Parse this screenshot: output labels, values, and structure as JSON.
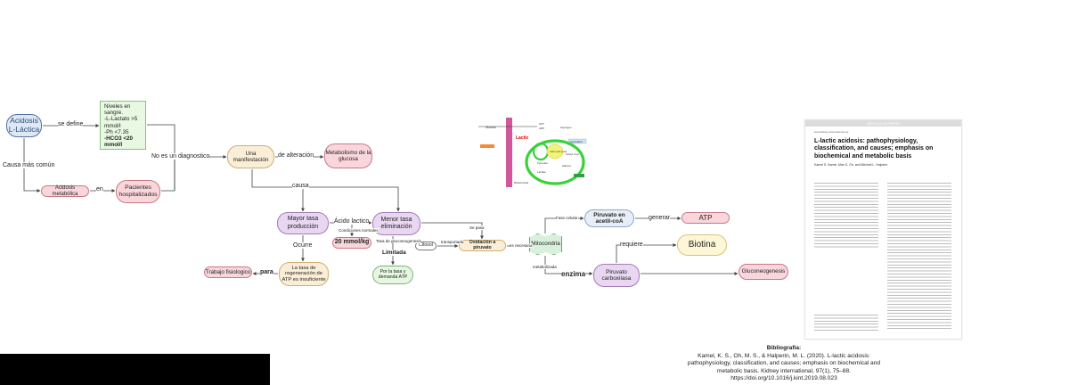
{
  "nodes": {
    "acidosis": "Acidosis L-Láctica",
    "niveles": [
      "Niveles en",
      "sangre.",
      "-L-Lactato >5",
      "mmol/l",
      "-Ph <7.35",
      "-HCO3 <20",
      "mmol/l"
    ],
    "acidosis_metabolica": "Acidosis metabólica",
    "pacientes": "Pacientes hospitalizados",
    "manifestacion": "Una manifestación",
    "metabolismo": "Metabolismo de la glucosa",
    "mayor_tasa": "Mayor tasa producción",
    "menor_tasa": "Menor tasa eliminación",
    "mmol": "20 mmol/kg",
    "demanda": "Por la tasa y demanda ATP",
    "tasa_regeneracion": "La tasa de regeneración de ATP es insuficiente",
    "trabajo": "Trabajo fisiologico",
    "citosol": "Citosol",
    "oxidacion": "Oxidación a piruvato",
    "mitocondria": "Mitocondria",
    "piruvato_acetil": "Piruvato en acetil-coA",
    "atp": "ATP",
    "biotina": "Biotina",
    "piruvato_carb": "Piruvato carboxilasa",
    "gluconeogenesis": "Gluconeogenesis"
  },
  "links": {
    "se_define": "se define",
    "causa_mas_comun": "Causa más común",
    "en": "en",
    "no_es_diagnostico": "No es un diagnostico",
    "de_alteracion": "de alteración",
    "causa": "causa",
    "acido_lactico": "Ácido lactico",
    "condiciones_normales": "Condiciones normales",
    "tasa_gluconeogenesis": "Tasa de gluconeogenesis",
    "limitada": "Limitada",
    "ocurre": "Ocurre",
    "para": "para",
    "se_pasa": "Se pasa",
    "transportada": "transportada",
    "es_necesaria": "es necesaria",
    "fase_celular": "Fase celular",
    "generar": "generar",
    "requiere": "requiere",
    "metabolizada": "metabolizada",
    "enzima": "enzima"
  },
  "pathway_figure": {
    "lactic": "Lactic",
    "glucose": "Glucose",
    "atp_up": "ATP",
    "adp": "ADP",
    "glycogen": "Glycogen",
    "pyruvate": "Pyruvate",
    "acetyl": "Acetyl CoA",
    "lactate": "Lactate",
    "alanine": "Alanine",
    "citric": "Citric acid cycle",
    "mito": "Mitochondria",
    "cytosol": "Cytoplasm"
  },
  "paper_figure": {
    "banner": "ARTICLE IN PRESS",
    "journal": "www.kidney-international.org",
    "title": "L-lactic acidosis: pathophysiology, classification, and causes; emphasis on biochemical and metabolic basis",
    "authors": "Kamel S. Kamel, Man S. Oh, and Mitchell L. Halperin"
  },
  "bibliography": {
    "heading": "Bibliografía:",
    "line1": "Kamel, K. S., Oh, M. S., & Halperin, M. L. (2020). L-lactic acidosis:",
    "line2": "pathophysiology, classification, and causes; emphasis on biochemical and",
    "line3": "metabolic basis. Kidney international, 97(1), 75–88.",
    "line4": "https://doi.org/10.1016/j.kint.2019.08.023"
  },
  "colors": {
    "blue": "#7f9cc1",
    "pink": "#c97986",
    "purple": "#a27cb8",
    "green": "#79b56c",
    "magenta_bar": "#d2569a",
    "pathway_green": "#39d13a"
  }
}
